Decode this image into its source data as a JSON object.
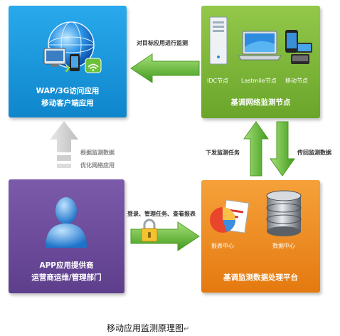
{
  "colors": {
    "blue": "#1596d9",
    "green": "#7fb83a",
    "purple": "#6d4c9c",
    "orange": "#f18a1d",
    "arrow_green": "#6cc13a",
    "arrow_gray": "#cfcfcf"
  },
  "nodes": {
    "mobile_app": {
      "line1": "WAP/3G访问应用",
      "line2": "移动客户端应用",
      "icon": "globe-devices-icon"
    },
    "monitor_nodes": {
      "line1": "基调网络监测节点",
      "items": [
        "IDC节点",
        "Lastmile节点",
        "移动节点"
      ],
      "icons": [
        "server-tower-icon",
        "laptop-icon",
        "mobile-phones-icon"
      ]
    },
    "app_provider": {
      "line1": "APP应用提供商",
      "line2": "运营商运维/管理部门",
      "icon": "user-avatar-icon"
    },
    "data_platform": {
      "line1": "基调监测数据处理平台",
      "items": [
        "报表中心",
        "数据中心"
      ],
      "icons": [
        "report-chart-icon",
        "database-icon"
      ]
    }
  },
  "edges": {
    "top": "对目标应用进行监测",
    "left_1": "根据监测数据",
    "left_2": "优化网络应用",
    "right_down": "下发监测任务",
    "right_up": "传回监测数据",
    "bottom": "登录、管理任务、查看报表"
  },
  "caption": "移动应用监测原理图"
}
